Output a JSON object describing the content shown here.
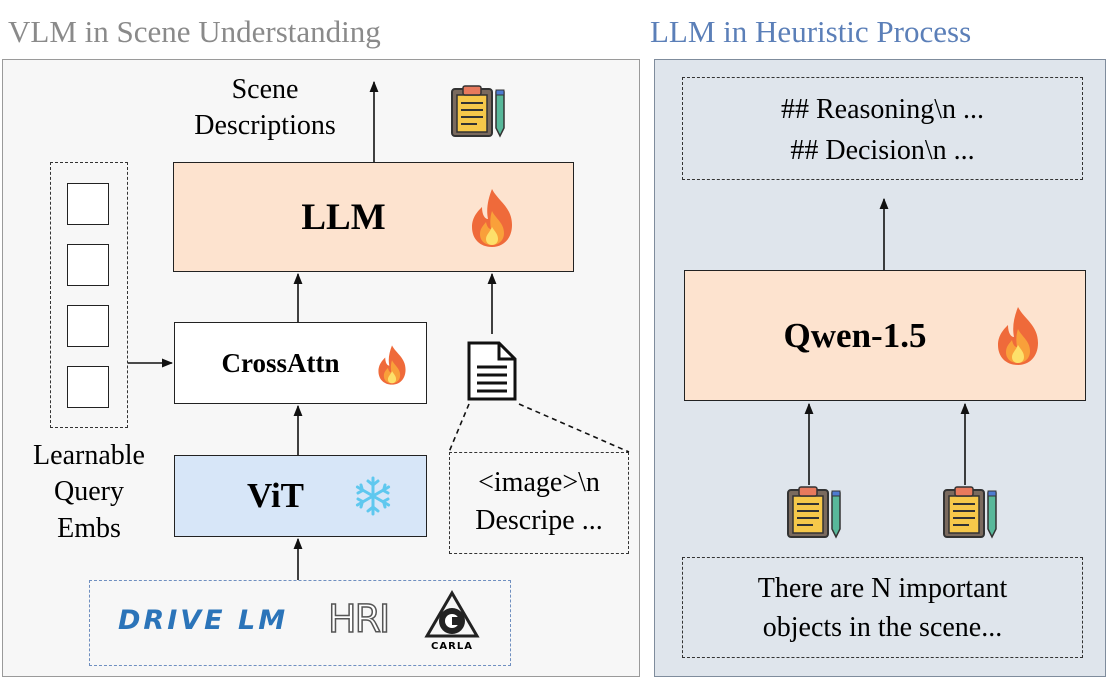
{
  "left_panel": {
    "title": "VLM in Scene Understanding",
    "scene_descriptions": [
      "Scene",
      "Descriptions"
    ],
    "llm_label": "LLM",
    "crossattn_label": "CrossAttn",
    "vit_label": "ViT",
    "learnable_query": [
      "Learnable",
      "Query",
      "Embs"
    ],
    "prompt_lines": [
      "<image>\\n",
      "Descripe ..."
    ],
    "logos": {
      "drivelm": "DRIVE LM",
      "hri": "HRI",
      "carla": "CARLA"
    }
  },
  "right_panel": {
    "title": "LLM in Heuristic Process",
    "output_lines": [
      "## Reasoning\\n ...",
      "## Decision\\n ..."
    ],
    "model_label": "Qwen-1.5",
    "input_lines": [
      "There are N important",
      "objects in the scene..."
    ]
  },
  "colors": {
    "left_title": "#8a8a8a",
    "right_title": "#5b7fb8",
    "left_panel_bg": "#f7f7f7",
    "right_panel_bg": "#dfe5ec",
    "llm_box": "#fde3cf",
    "vit_box": "#d7e6f8",
    "logo_border": "#6f8fc0"
  },
  "icons": [
    "clipboard-icon",
    "fire-icon",
    "snowflake-icon",
    "document-icon",
    "carla-logo"
  ]
}
